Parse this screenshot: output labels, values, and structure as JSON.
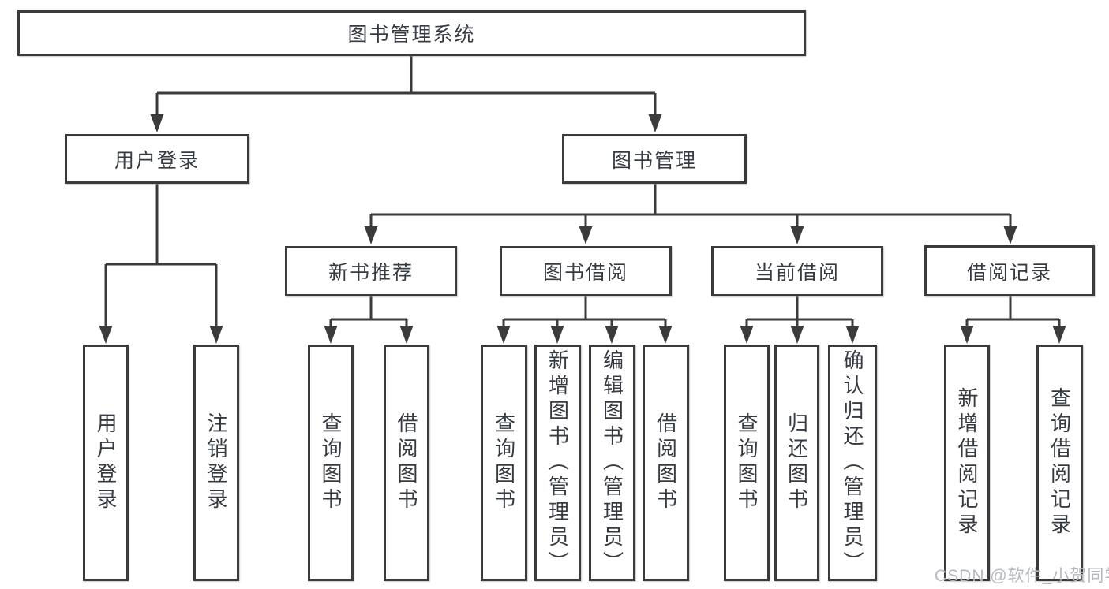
{
  "colors": {
    "line": "#3b3b3b",
    "box_border": "#3b3b3b",
    "box_fill": "#ffffff",
    "text": "#363b41",
    "background": "#ffffff",
    "watermark": "#b5b9bf"
  },
  "watermark": {
    "text": "CSDN @软件_小贺同学"
  },
  "tree": {
    "label": "图书管理系统",
    "children": [
      {
        "label": "用户登录",
        "children": [
          {
            "label": "用户登录"
          },
          {
            "label": "注销登录"
          }
        ]
      },
      {
        "label": "图书管理",
        "children": [
          {
            "label": "新书推荐",
            "children": [
              {
                "label": "查询图书"
              },
              {
                "label": "借阅图书"
              }
            ]
          },
          {
            "label": "图书借阅",
            "children": [
              {
                "label": "查询图书"
              },
              {
                "label": "新增图书（管理员）"
              },
              {
                "label": "编辑图书（管理员）"
              },
              {
                "label": "借阅图书"
              }
            ]
          },
          {
            "label": "当前借阅",
            "children": [
              {
                "label": "查询图书"
              },
              {
                "label": "归还图书"
              },
              {
                "label": "确认归还（管理员）"
              }
            ]
          },
          {
            "label": "借阅记录",
            "children": [
              {
                "label": "新增借阅记录"
              },
              {
                "label": "查询借阅记录"
              }
            ]
          }
        ]
      }
    ]
  }
}
